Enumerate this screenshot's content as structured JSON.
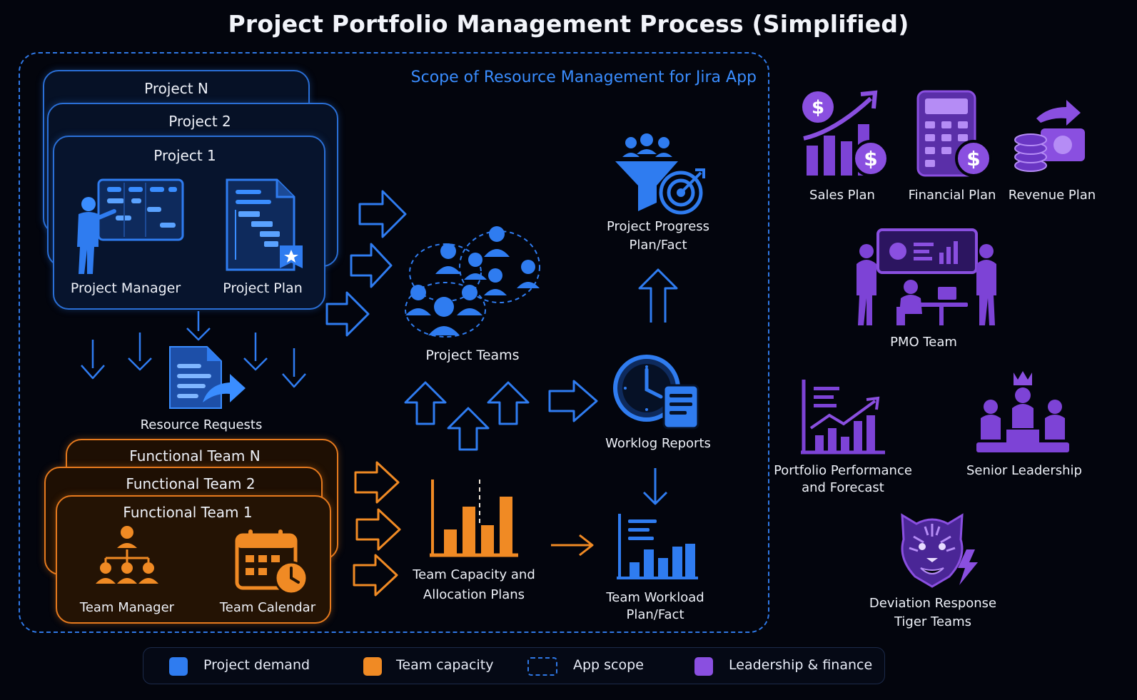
{
  "title": "Project Portfolio Management Process (Simplified)",
  "scope_label": "Scope of Resource Management for Jira App",
  "projects": {
    "n": "Project N",
    "two": "Project 2",
    "one": "Project 1",
    "manager": "Project Manager",
    "plan": "Project Plan"
  },
  "resource_requests": "Resource Requests",
  "functional_teams": {
    "n": "Functional Team N",
    "two": "Functional Team 2",
    "one": "Functional Team 1",
    "manager": "Team Manager",
    "calendar": "Team Calendar"
  },
  "project_teams": "Project Teams",
  "capacity_plans": {
    "line1": "Team Capacity and",
    "line2": "Allocation Plans"
  },
  "progress": {
    "line1": "Project Progress",
    "line2": "Plan/Fact"
  },
  "worklog": "Worklog Reports",
  "workload": {
    "line1": "Team Workload",
    "line2": "Plan/Fact"
  },
  "right": {
    "sales": "Sales Plan",
    "financial": "Financial Plan",
    "revenue": "Revenue Plan",
    "pmo": "PMO Team",
    "portfolio": {
      "line1": "Portfolio Performance",
      "line2": "and Forecast"
    },
    "leadership": "Senior Leadership",
    "tiger": {
      "line1": "Deviation Response",
      "line2": "Tiger Teams"
    }
  },
  "legend": {
    "demand": "Project demand",
    "capacity": "Team capacity",
    "scope": "App scope",
    "leadership": "Leadership & finance"
  },
  "colors": {
    "blue": "#2f7cf0",
    "orange": "#f08a24",
    "purple": "#8a4fe0",
    "scope_dash": "#2f78e6"
  },
  "icons": [
    "kanban-board-icon",
    "project-plan-icon",
    "document-share-icon",
    "team-hierarchy-icon",
    "calendar-clock-icon",
    "people-groups-icon",
    "bar-chart-icon",
    "funnel-target-icon",
    "clock-report-icon",
    "workload-chart-icon",
    "sales-growth-icon",
    "calculator-dollar-icon",
    "coins-cash-icon",
    "pmo-meeting-icon",
    "performance-chart-icon",
    "podium-crown-icon",
    "tiger-icon"
  ]
}
